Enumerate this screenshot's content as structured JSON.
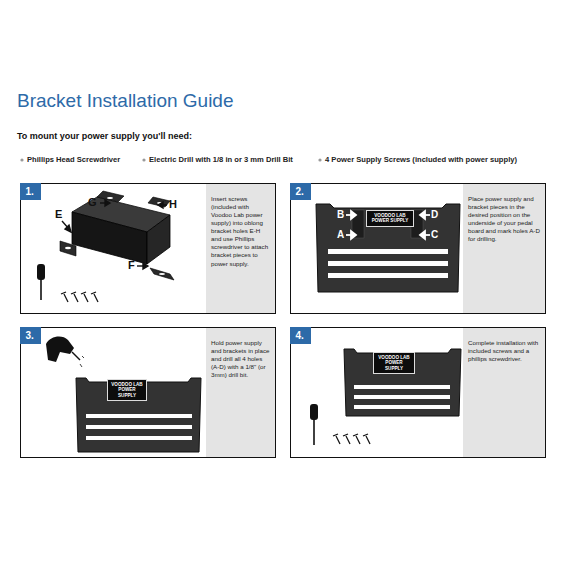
{
  "diagram": {
    "title": "Bracket Installation Guide",
    "nodes": [
      {
        "text": [
          "1.",
          "Insert screws (included with Voodoo Lab power supply) into oblong bracket holes E-H and use Phillips screwdriver to attach bracket pieces to power supply."
        ]
      },
      {
        "text": [
          "2.",
          "Place power supply and bracket pieces in the desired position on the underside of your pedal board and mark holes A-D for drilling."
        ]
      },
      {
        "text": [
          "VOODOO LAB POWER SUPPLY"
        ],
        "in": 1
      },
      {
        "text": [
          "3.",
          "Hold power supply and brackets in place and drill all 4 holes (A-D) with a 1/8\" (or 3mm) drill bit."
        ]
      },
      {
        "text": [
          "VOODOO LAB POWER SUPPLY"
        ],
        "in": 3
      },
      {
        "text": [
          "4.",
          "Complete installation with included screws and a phillips screwdriver."
        ]
      },
      {
        "text": [
          "VOODOO LAB POWER SUPPLY"
        ],
        "in": 5
      }
    ],
    "labels": [
      "To mount your power supply you'll need:",
      "Phillips Head Screwdriver",
      "Electric Drill with 1/8 in or 3 mm Drill Bit",
      "4 Power Supply Screws (included with power supply)",
      "G",
      "H",
      "E",
      "F",
      "B",
      "D",
      "A",
      "C"
    ]
  }
}
